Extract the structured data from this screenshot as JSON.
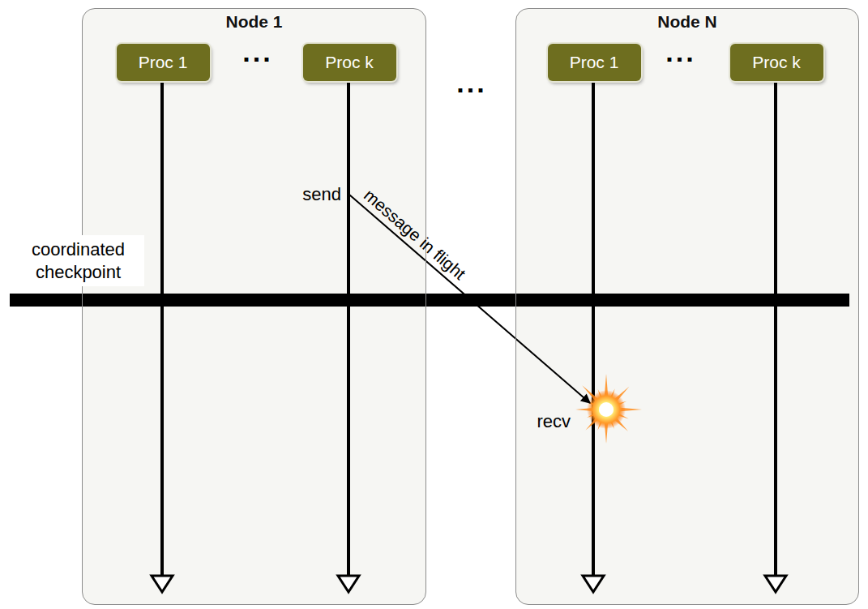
{
  "diagram": {
    "nodes": [
      {
        "text": [
          "Node 1"
        ]
      },
      {
        "text": [
          "Proc 1"
        ],
        "in": 0
      },
      {
        "text": [
          "Proc k"
        ],
        "in": 0
      },
      {
        "text": [
          "Node N"
        ]
      },
      {
        "text": [
          "Proc 1"
        ],
        "in": 3
      },
      {
        "text": [
          "Proc k"
        ],
        "in": 3
      }
    ],
    "edges": [
      {
        "from": 2,
        "to": 4,
        "arrow": "to",
        "label": "message in flight"
      }
    ],
    "labels": [
      "...",
      "...",
      "...",
      "coordinated checkpoint",
      "send",
      "recv"
    ]
  }
}
